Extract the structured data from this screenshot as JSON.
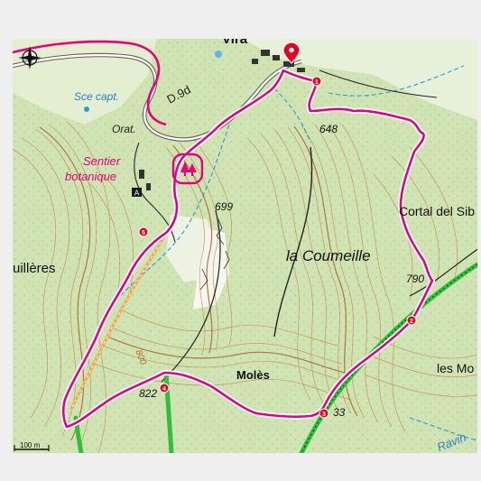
{
  "map": {
    "place_labels": {
      "vira": "Vira",
      "sce_capt": "Sce capt.",
      "road_d9d": "D.9d",
      "orat": "Orat.",
      "sentier_line1": "Sentier",
      "sentier_line2": "botanique",
      "la_coumeille": "la Coumeille",
      "cortal": "Cortal del Sib",
      "moles": "Molès",
      "les_mo": "les Mo",
      "uilleres": "uillères",
      "ravin": "Ravin"
    },
    "elevations": {
      "e648": "648",
      "e699": "699",
      "e790": "790",
      "e822": "822",
      "e833": "33",
      "e800": "800"
    },
    "waypoints": [
      {
        "number": "1"
      },
      {
        "number": "2"
      },
      {
        "number": "3"
      },
      {
        "number": "4"
      },
      {
        "number": "5"
      }
    ],
    "scale_label": "100 m",
    "colors": {
      "route": "#e6007e",
      "forest": "#cfe3b3",
      "open_land": "#f4f6ea",
      "contour": "#c8884e",
      "stream": "#2a9ad6",
      "road_orange": "#f3a64b",
      "green_trail": "#2fbf3c",
      "waypoint_red": "#e8001c"
    },
    "icons": [
      "compass-icon",
      "tree-icon",
      "spring-icon",
      "parking-icon",
      "pin-icon"
    ]
  }
}
